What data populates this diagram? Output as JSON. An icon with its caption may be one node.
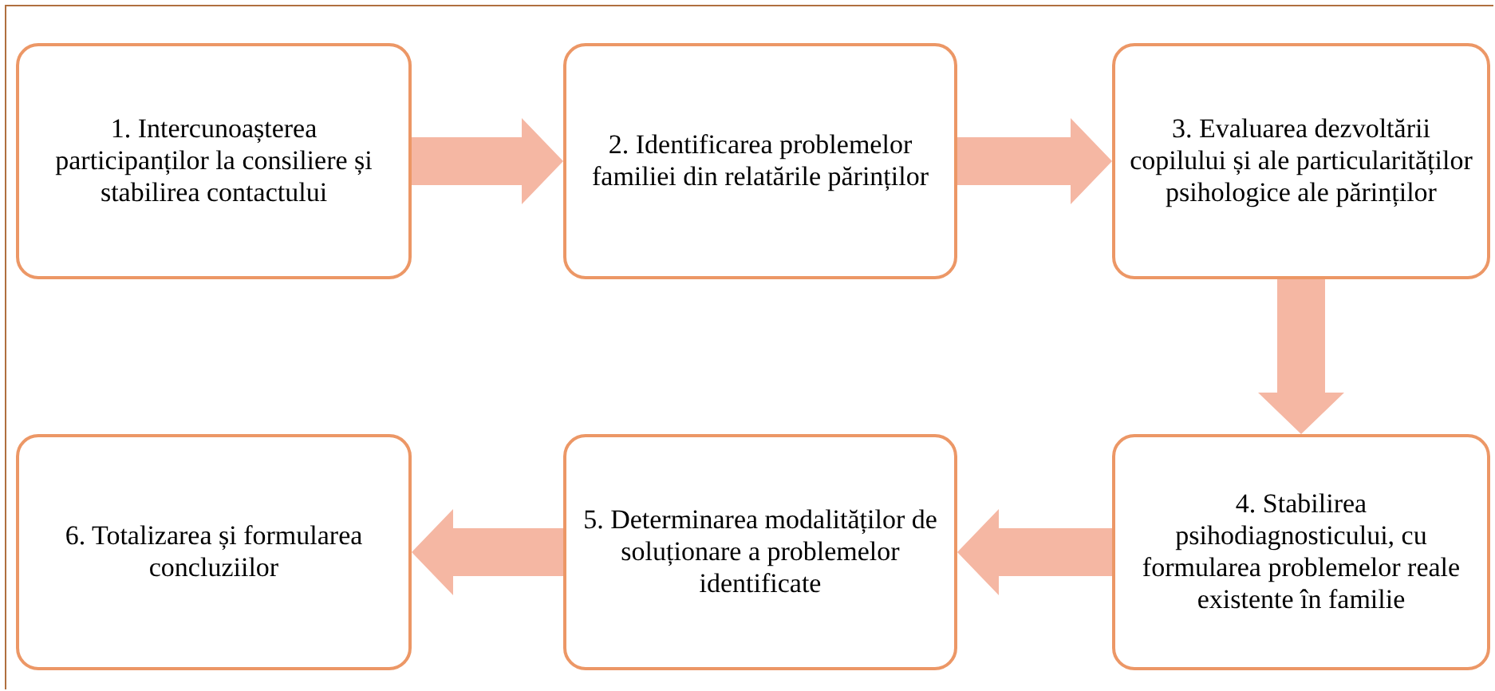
{
  "diagram": {
    "nodes": [
      {
        "text": [
          "1. Intercunoașterea participanților la consiliere și stabilirea contactului"
        ]
      },
      {
        "text": [
          "2. Identificarea problemelor familiei din relatările părinților"
        ]
      },
      {
        "text": [
          "3. Evaluarea dezvoltării copilului și ale particularităților psihologice ale părinților"
        ]
      },
      {
        "text": [
          "4. Stabilirea psihodiagnosticului, cu formularea problemelor reale existente în familie"
        ]
      },
      {
        "text": [
          "5. Determinarea modalităților de soluționare a problemelor identificate"
        ]
      },
      {
        "text": [
          "6. Totalizarea și formularea concluziilor"
        ]
      }
    ],
    "edges": [
      {
        "from": 0,
        "to": 1,
        "arrow": "to"
      },
      {
        "from": 1,
        "to": 2,
        "arrow": "to"
      },
      {
        "from": 2,
        "to": 3,
        "arrow": "to"
      },
      {
        "from": 3,
        "to": 4,
        "arrow": "to"
      },
      {
        "from": 4,
        "to": 5,
        "arrow": "to"
      }
    ]
  }
}
